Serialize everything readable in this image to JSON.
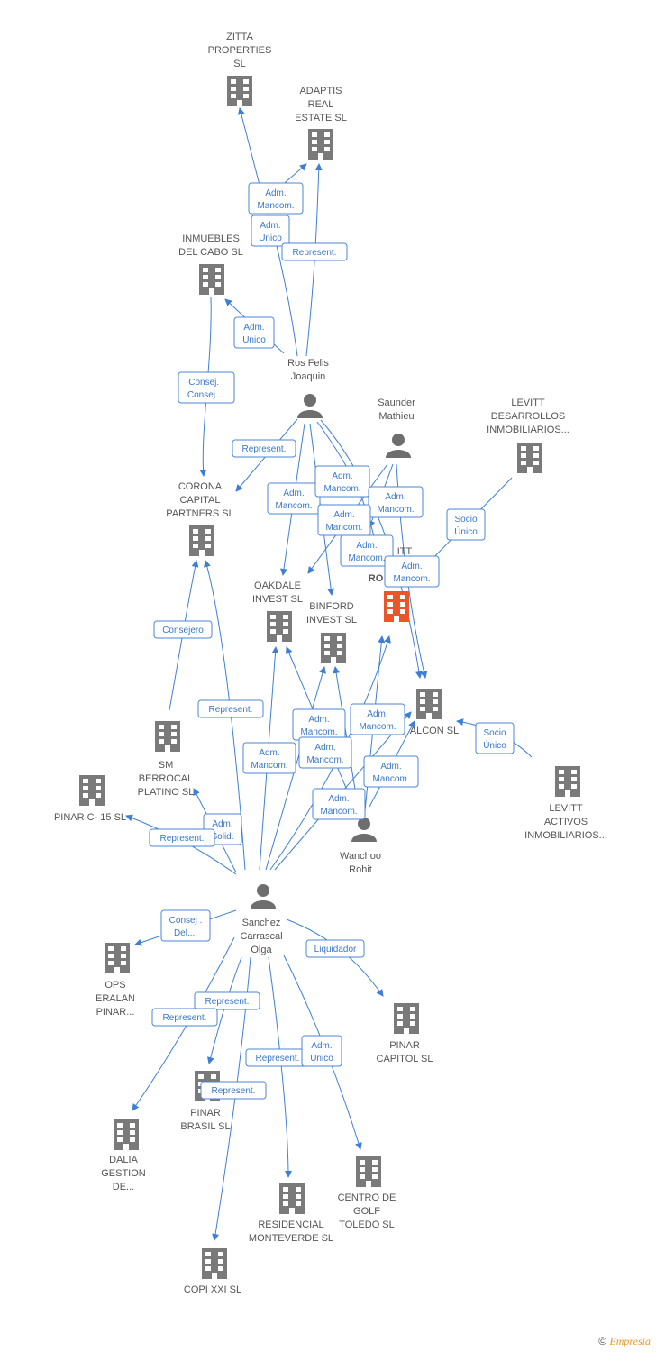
{
  "colors": {
    "edge": "#3f7fd3",
    "company": "#7a7a7a",
    "focus_company": "#e8562a",
    "person": "#6e6e6e",
    "label_text": "#555555",
    "edge_label": "#3a78c8"
  },
  "nodes": [
    {
      "id": "zitta",
      "type": "company",
      "lines": [
        "ZITTA",
        "PROPERTIES",
        "SL"
      ]
    },
    {
      "id": "adaptis",
      "type": "company",
      "lines": [
        "ADAPTIS",
        "REAL",
        "ESTATE  SL"
      ]
    },
    {
      "id": "inmuebles",
      "type": "company",
      "lines": [
        "INMUEBLES",
        "DEL CABO SL"
      ]
    },
    {
      "id": "ros",
      "type": "person",
      "lines": [
        "Ros Felis",
        "Joaquin"
      ]
    },
    {
      "id": "saunder",
      "type": "person",
      "lines": [
        "Saunder",
        "Mathieu"
      ]
    },
    {
      "id": "levitt_des",
      "type": "company",
      "lines": [
        "LEVITT",
        "DESARROLLOS",
        "INMOBILIARIOS..."
      ]
    },
    {
      "id": "corona",
      "type": "company",
      "lines": [
        "CORONA",
        "CAPITAL",
        "PARTNERS SL"
      ]
    },
    {
      "id": "oakdale",
      "type": "company",
      "lines": [
        "OAKDALE",
        "INVEST  SL"
      ]
    },
    {
      "id": "binford",
      "type": "company",
      "lines": [
        "BINFORD",
        "INVEST  SL"
      ]
    },
    {
      "id": "focus",
      "type": "company_focus",
      "lines": [
        "ITT",
        "RO"
      ]
    },
    {
      "id": "falcon",
      "type": "company",
      "lines": [
        "ALCON  SL"
      ]
    },
    {
      "id": "levitt_act",
      "type": "company",
      "lines": [
        "LEVITT",
        "ACTIVOS",
        "INMOBILIARIOS..."
      ]
    },
    {
      "id": "sm",
      "type": "company",
      "lines": [
        "SM",
        "BERROCAL",
        "PLATINO SL"
      ]
    },
    {
      "id": "pinarc15",
      "type": "company",
      "lines": [
        "PINAR C- 15 SL"
      ]
    },
    {
      "id": "wanchoo",
      "type": "person",
      "lines": [
        "Wanchoo",
        "Rohit"
      ]
    },
    {
      "id": "sanchez",
      "type": "person",
      "lines": [
        "Sanchez",
        "Carrascal",
        "Olga"
      ]
    },
    {
      "id": "ops",
      "type": "company",
      "lines": [
        "OPS",
        "ERALAN",
        "PINAR..."
      ]
    },
    {
      "id": "pinarcap",
      "type": "company",
      "lines": [
        "PINAR",
        "CAPITOL SL"
      ]
    },
    {
      "id": "pinarbra",
      "type": "company",
      "lines": [
        "PINAR",
        "BRASIL SL"
      ]
    },
    {
      "id": "dalia",
      "type": "company",
      "lines": [
        "DALIA",
        "GESTION",
        "DE..."
      ]
    },
    {
      "id": "centrogolf",
      "type": "company",
      "lines": [
        "CENTRO DE",
        "GOLF",
        "TOLEDO  SL"
      ]
    },
    {
      "id": "residencial",
      "type": "company",
      "lines": [
        "RESIDENCIAL",
        "MONTEVERDE SL"
      ]
    },
    {
      "id": "copi",
      "type": "company",
      "lines": [
        "COPI XXI SL"
      ]
    }
  ],
  "edge_labels": [
    {
      "lines": [
        "Adm.",
        "Mancom."
      ]
    },
    {
      "lines": [
        "Adm.",
        "Unico"
      ]
    },
    {
      "lines": [
        "Represent."
      ]
    },
    {
      "lines": [
        "Adm.",
        "Unico"
      ]
    },
    {
      "lines": [
        "Consej. .",
        "Consej...."
      ]
    },
    {
      "lines": [
        "Represent."
      ]
    },
    {
      "lines": [
        "Adm.",
        "Mancom."
      ]
    },
    {
      "lines": [
        "Adm.",
        "Mancom."
      ]
    },
    {
      "lines": [
        "Adm.",
        "Mancom."
      ]
    },
    {
      "lines": [
        "Adm.",
        "Mancom."
      ]
    },
    {
      "lines": [
        "Adm.",
        "Mancom."
      ]
    },
    {
      "lines": [
        "Adm.",
        "Mancom."
      ]
    },
    {
      "lines": [
        "Socio",
        "Único"
      ]
    },
    {
      "lines": [
        "Consejero"
      ]
    },
    {
      "lines": [
        "Represent."
      ]
    },
    {
      "lines": [
        "Adm.",
        "Mancom."
      ]
    },
    {
      "lines": [
        "Adm.",
        "Mancom."
      ]
    },
    {
      "lines": [
        "Adm.",
        "Mancom."
      ]
    },
    {
      "lines": [
        "Adm.",
        "Mancom."
      ]
    },
    {
      "lines": [
        "Adm.",
        "Mancom."
      ]
    },
    {
      "lines": [
        "Adm.",
        "Mancom."
      ]
    },
    {
      "lines": [
        "Socio",
        "Único"
      ]
    },
    {
      "lines": [
        "Adm.",
        "Solid."
      ]
    },
    {
      "lines": [
        "Represent."
      ]
    },
    {
      "lines": [
        "Consej .",
        "Del...."
      ]
    },
    {
      "lines": [
        "Liquidador"
      ]
    },
    {
      "lines": [
        "Represent."
      ]
    },
    {
      "lines": [
        "Represent."
      ]
    },
    {
      "lines": [
        "Represent."
      ]
    },
    {
      "lines": [
        "Adm.",
        "Unico"
      ]
    },
    {
      "lines": [
        "Represent."
      ]
    }
  ],
  "footer": {
    "copyright_symbol": "©",
    "brand": "Empresia"
  }
}
